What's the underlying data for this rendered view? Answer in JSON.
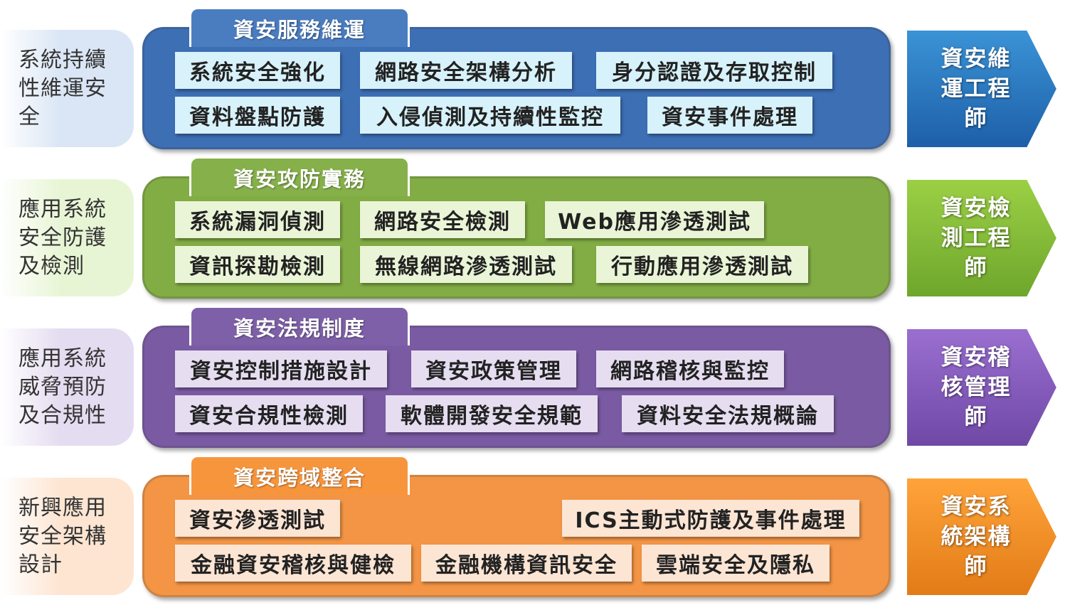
{
  "rows": [
    {
      "side_label": "系統持續性維運安全",
      "tab_title": "資安服務維運",
      "items": [
        "系統安全強化",
        "網路安全架構分析",
        "身分認證及存取控制",
        "資料盤點防護",
        "入侵偵測及持續性監控",
        "資安事件處理"
      ],
      "role": "資安維運工程師",
      "colors": {
        "side": "#dae6f5",
        "panel": "#3d6fb5",
        "tab": "#4a7cc0",
        "item": "#d7f2fb",
        "role_light": "#3b93d6",
        "role_dark": "#1d5fa8"
      }
    },
    {
      "side_label": "應用系統安全防護及檢測",
      "tab_title": "資安攻防實務",
      "items": [
        "系統漏洞偵測",
        "網路安全檢測",
        "Web應用滲透測試",
        "資訊探勘檢測",
        "無線網路滲透測試",
        "行動應用滲透測試"
      ],
      "role": "資安檢測工程師",
      "colors": {
        "side": "#e8f5d5",
        "panel": "#82ad44",
        "tab": "#86b04a",
        "item": "#e9f5d6",
        "role_light": "#9bd045",
        "role_dark": "#6ea62c"
      }
    },
    {
      "side_label": "應用系統威脅預防及合規性",
      "tab_title": "資安法規制度",
      "items": [
        "資安控制措施設計",
        "資安政策管理",
        "網路稽核與監控",
        "資安合規性檢測",
        "軟體開發安全規範",
        "資料安全法規概論"
      ],
      "role": "資安稽核管理師",
      "colors": {
        "side": "#e4dcf0",
        "panel": "#7a5ba3",
        "tab": "#7e60a8",
        "item": "#e6ddf1",
        "role_light": "#9a6fd0",
        "role_dark": "#6f48a6"
      }
    },
    {
      "side_label": "新興應用安全架構設計",
      "tab_title": "資安跨域整合",
      "items": [
        "資安滲透測試",
        "ICS主動式防護及事件處理",
        "金融資安稽核與健檢",
        "金融機構資訊安全",
        "雲端安全及隱私"
      ],
      "role": "資安系統架構師",
      "colors": {
        "side": "#fde5d2",
        "panel": "#f39545",
        "tab": "#f7953d",
        "item": "#fde5d4",
        "role_light": "#ffa43a",
        "role_dark": "#e27b16"
      }
    }
  ]
}
